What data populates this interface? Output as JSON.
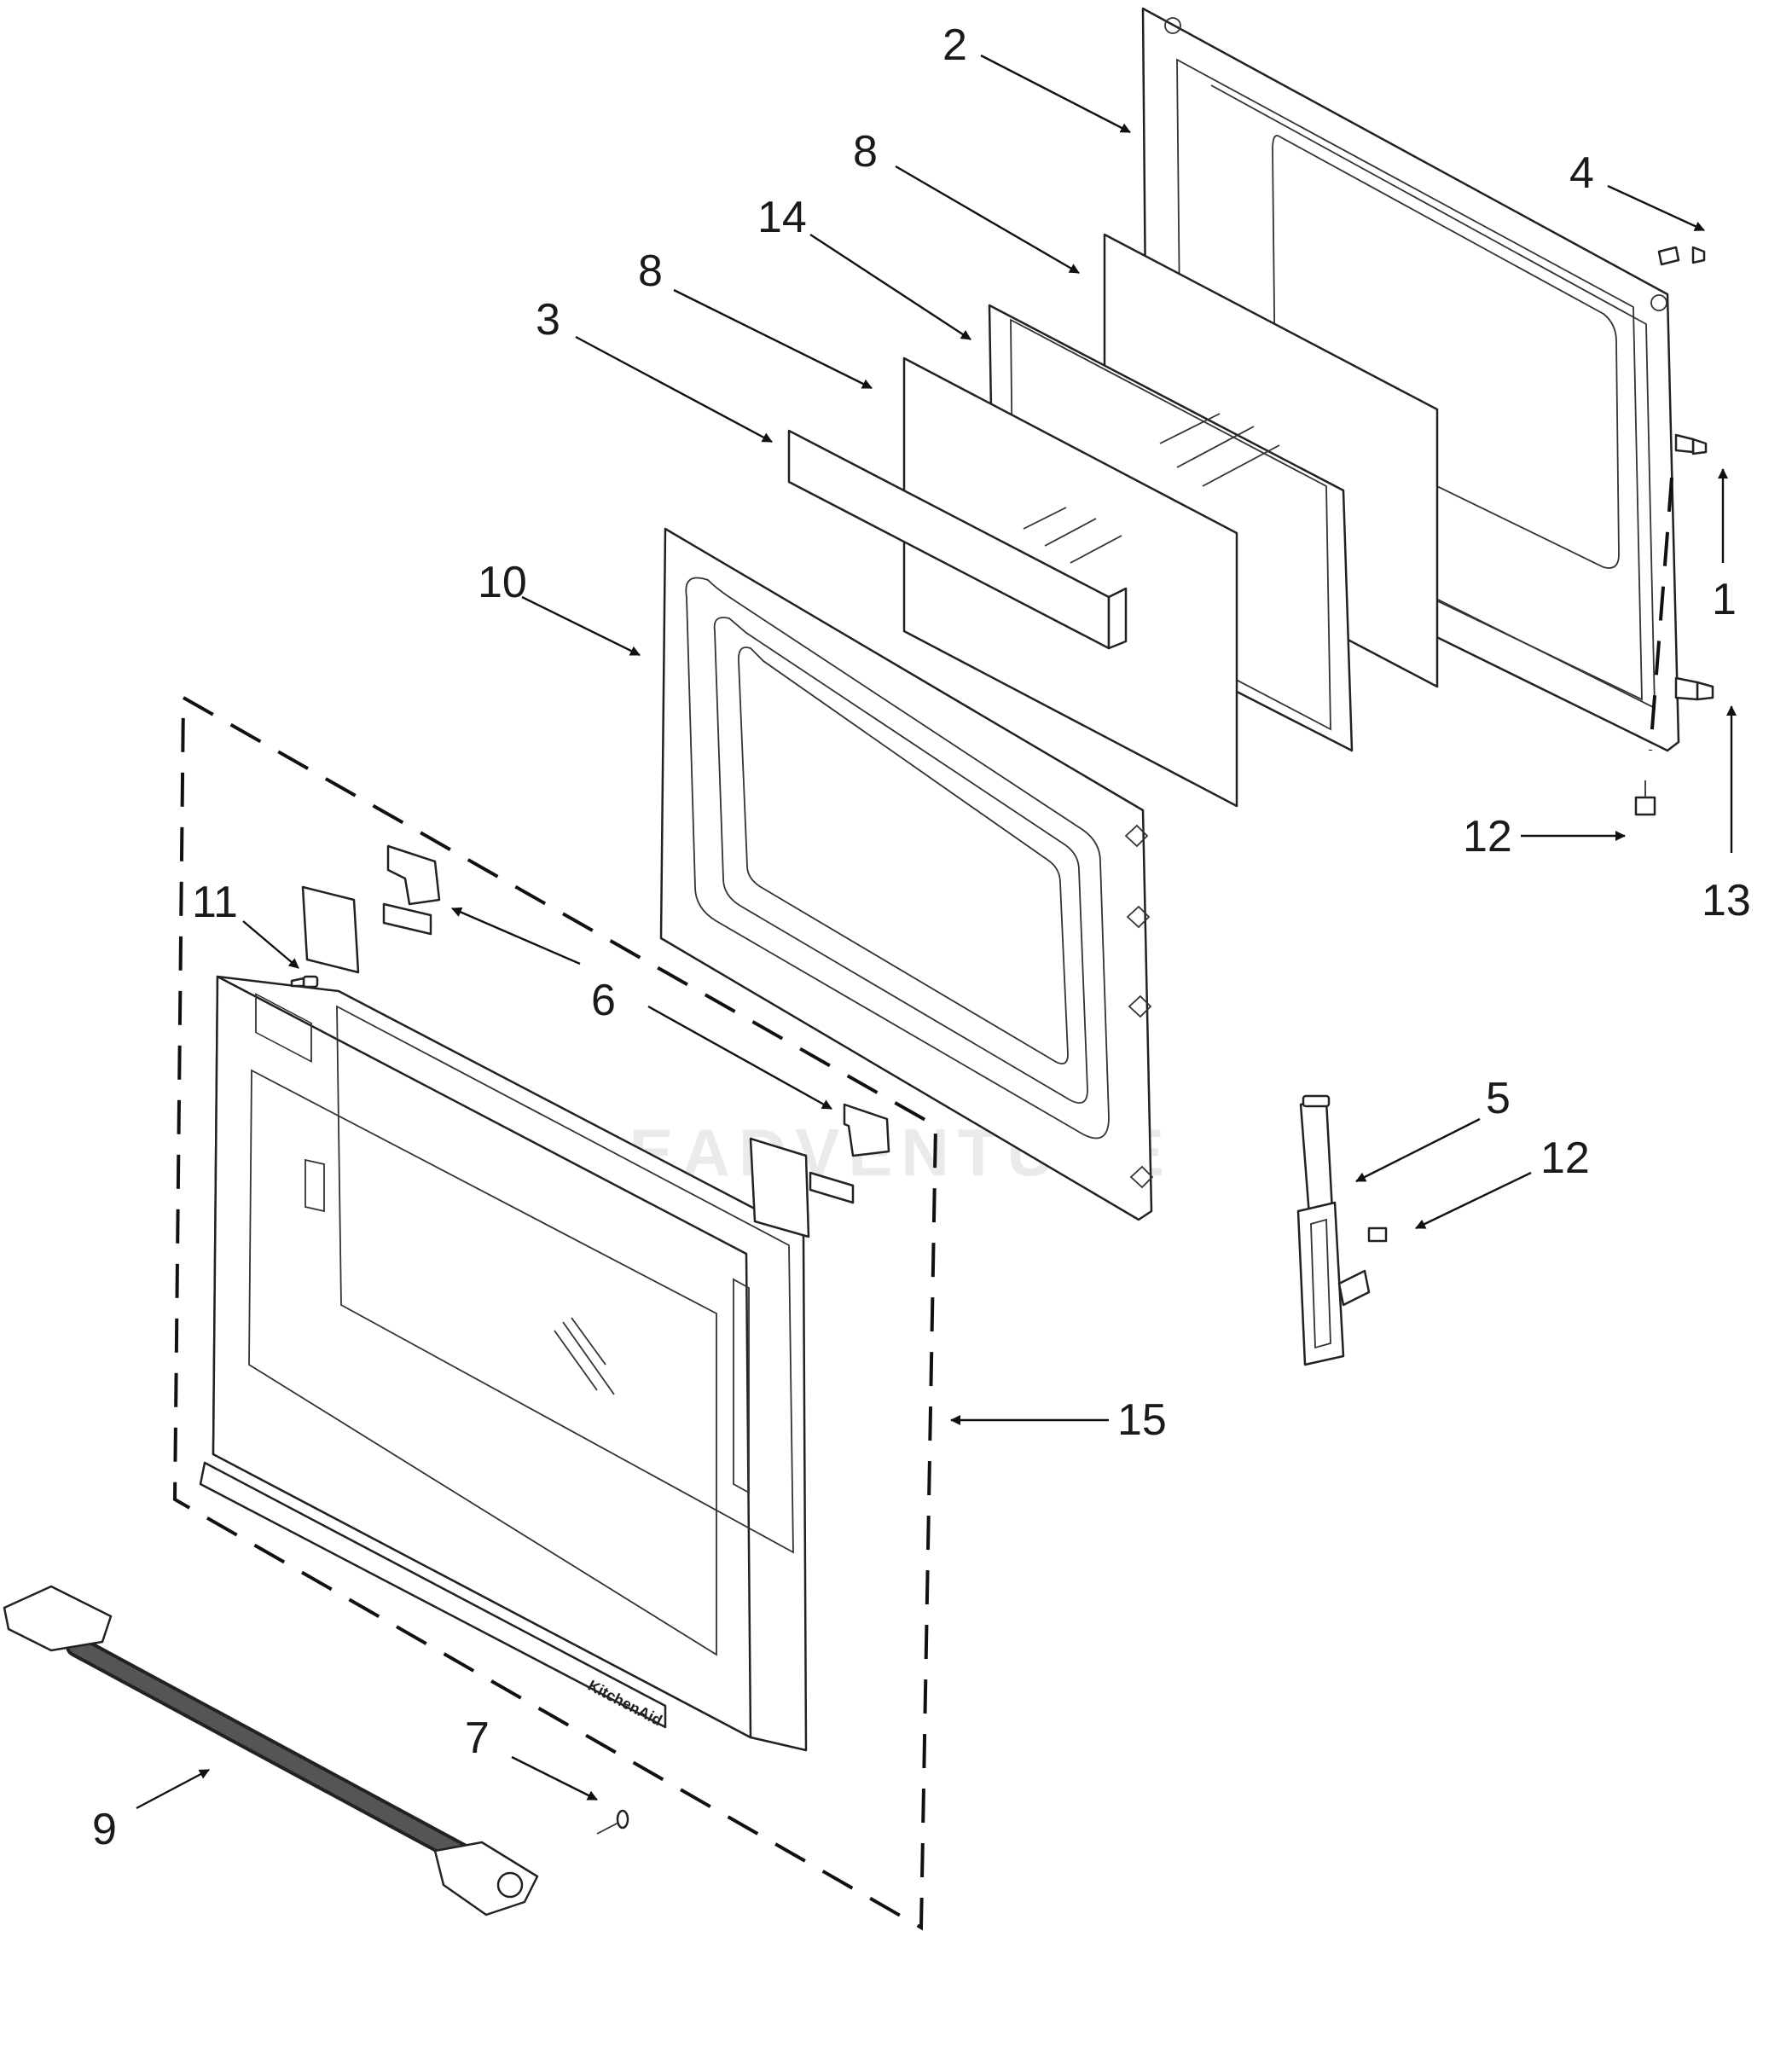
{
  "callouts": {
    "c1": "1",
    "c2": "2",
    "c3": "3",
    "c4": "4",
    "c5": "5",
    "c6": "6",
    "c7": "7",
    "c8a": "8",
    "c8b": "8",
    "c9": "9",
    "c10": "10",
    "c11": "11",
    "c12a": "12",
    "c12b": "12",
    "c13": "13",
    "c14": "14",
    "c15": "15"
  },
  "brand_mark": "KitchenAid",
  "watermark": "LEADVENTURE"
}
